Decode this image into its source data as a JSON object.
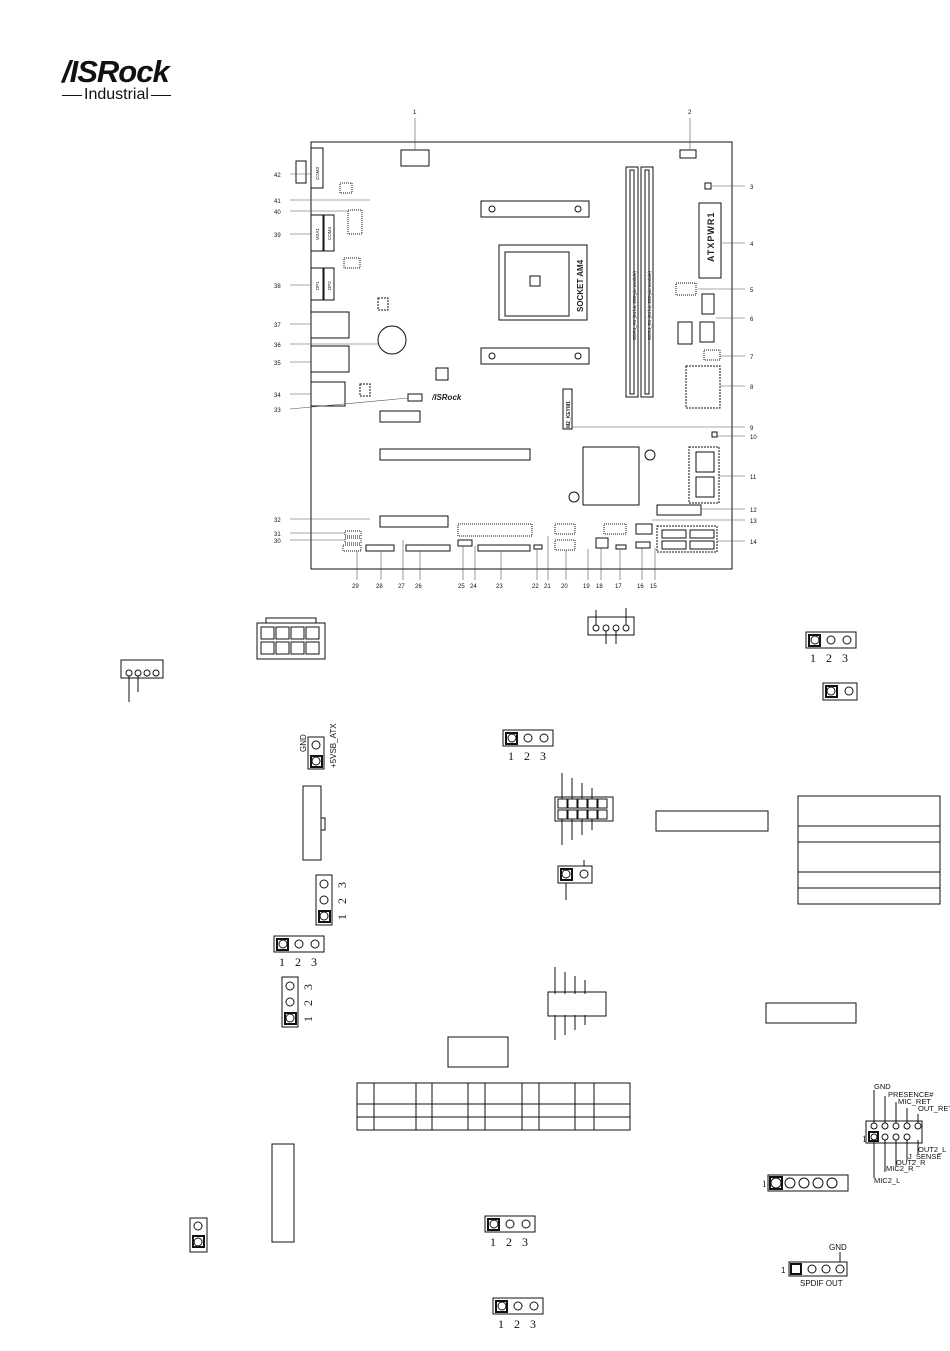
{
  "brand": {
    "name": "/ISRock",
    "sub": "Industrial"
  },
  "board": {
    "socket": "SOCKET AM4",
    "atxpwr": "ATXPWR1",
    "m2": "M2_KEYM1",
    "dimm_a": "DDR4_A1 (64 bit, 288-pin module)",
    "dimm_b": "DDR4_B1 (64 bit, 288-pin module)",
    "brand_mark": "/ISRock",
    "com3": "COM3",
    "vga1": "VGA1",
    "com4": "COM4",
    "dp1": "DP1",
    "dp2": "DP2"
  },
  "callouts": {
    "top": [
      "1",
      "2"
    ],
    "right": [
      "3",
      "4",
      "5",
      "6",
      "7",
      "8",
      "9",
      "10",
      "11",
      "12",
      "13",
      "14"
    ],
    "bottom": [
      "29",
      "28",
      "27",
      "26",
      "25",
      "24",
      "23",
      "22",
      "21",
      "20",
      "19",
      "18",
      "17",
      "16",
      "15"
    ],
    "left": [
      "42",
      "41",
      "40",
      "39",
      "38",
      "37",
      "36",
      "35",
      "34",
      "33",
      "32",
      "31",
      "30"
    ]
  },
  "pin_numbers": {
    "one": "1",
    "two": "2",
    "three": "3"
  },
  "jumper_labels": {
    "gnd": "GND",
    "svsb": "+5VSB_ATX"
  },
  "audio": {
    "gnd": "GND",
    "presence": "PRESENCE#",
    "mic_ret": "MIC_RET",
    "out_ret": "OUT_RET",
    "out2_l": "OUT2_L",
    "j_sense": "J_SENSE",
    "out2_r": "OUT2_R",
    "mic2_r": "MIC2_R",
    "mic2_l": "MIC2_L"
  },
  "spdif": {
    "gnd": "GND",
    "label": "SPDIF OUT",
    "pin1": "1"
  }
}
